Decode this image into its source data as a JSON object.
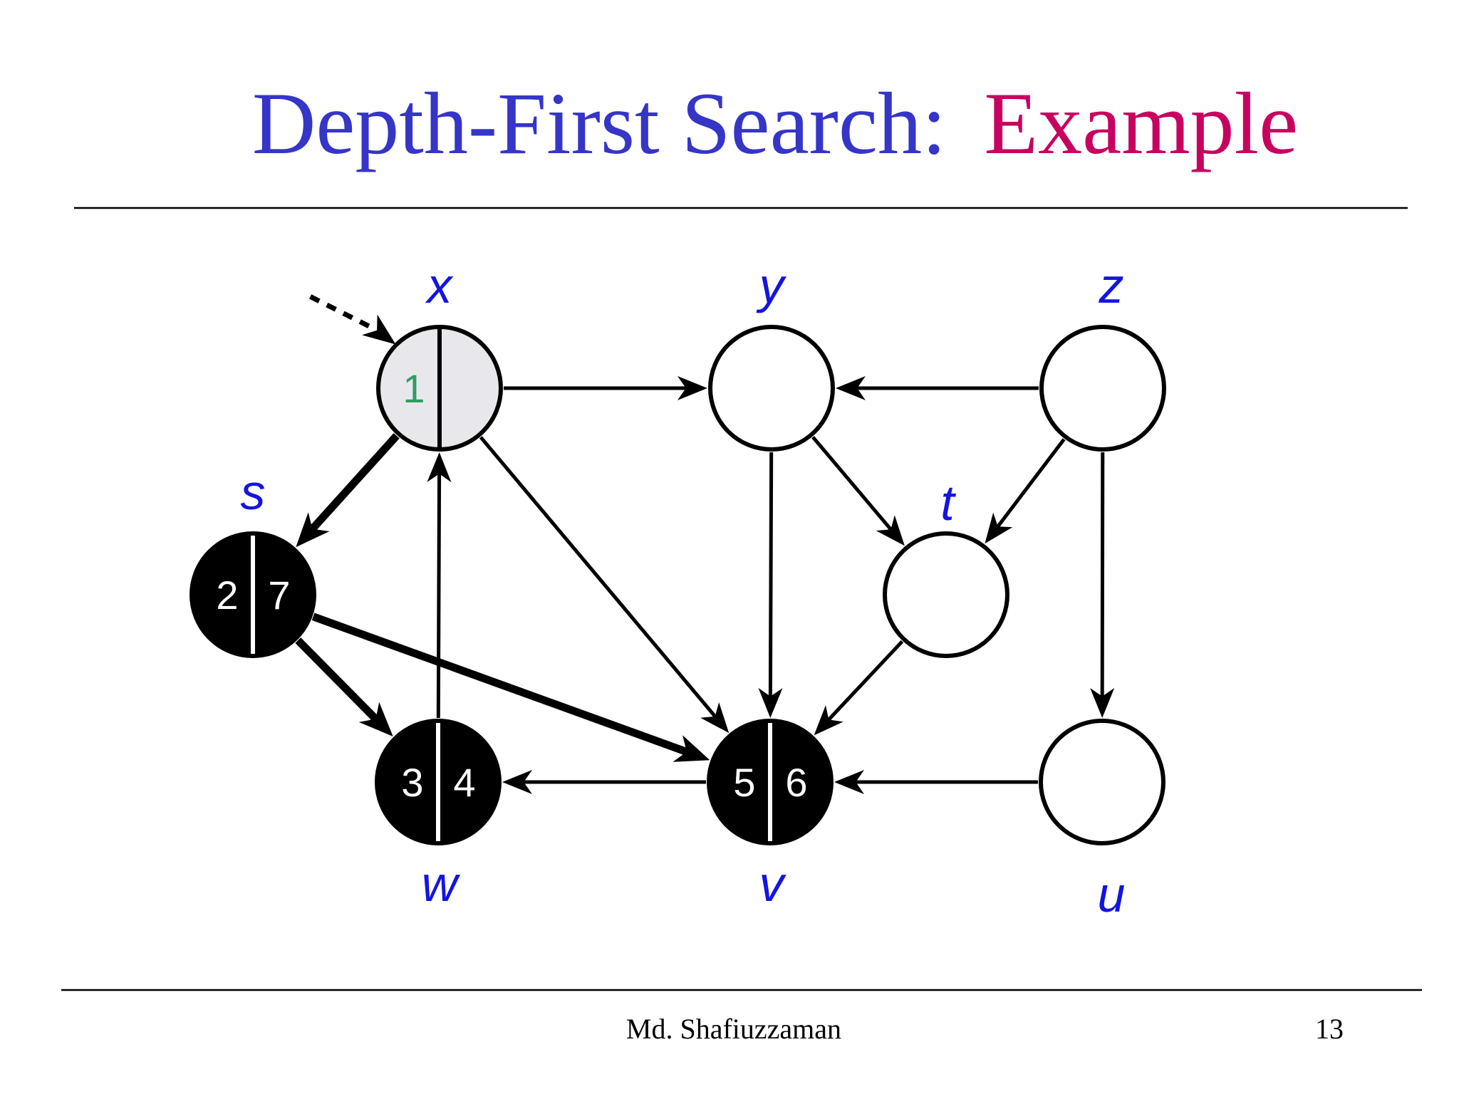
{
  "slide": {
    "title_main": "Depth-First Search:",
    "title_highlight": "Example",
    "footer_author": "Md. Shafiuzzaman",
    "page_number": "13"
  },
  "colors": {
    "title_main": "#3535c8",
    "title_highlight": "#c8005f",
    "vertex_label": "#1414e0",
    "discovered_number": "#2e9e5e",
    "gray_fill": "#e8e8ec"
  },
  "graph": {
    "vertices": [
      {
        "id": "x",
        "label": "x",
        "state": "gray",
        "d": "1",
        "f": ""
      },
      {
        "id": "y",
        "label": "y",
        "state": "white",
        "d": "",
        "f": ""
      },
      {
        "id": "z",
        "label": "z",
        "state": "white",
        "d": "",
        "f": ""
      },
      {
        "id": "s",
        "label": "s",
        "state": "black",
        "d": "2",
        "f": "7"
      },
      {
        "id": "t",
        "label": "t",
        "state": "white",
        "d": "",
        "f": ""
      },
      {
        "id": "w",
        "label": "w",
        "state": "black",
        "d": "3",
        "f": "4"
      },
      {
        "id": "v",
        "label": "v",
        "state": "black",
        "d": "5",
        "f": "6"
      },
      {
        "id": "u",
        "label": "u",
        "state": "white",
        "d": "",
        "f": ""
      }
    ],
    "edges": [
      {
        "from": "x",
        "to": "y",
        "tree": false
      },
      {
        "from": "x",
        "to": "v",
        "tree": false
      },
      {
        "from": "x",
        "to": "s",
        "tree": true
      },
      {
        "from": "w",
        "to": "x",
        "tree": false
      },
      {
        "from": "s",
        "to": "w",
        "tree": true
      },
      {
        "from": "s",
        "to": "v",
        "tree": true
      },
      {
        "from": "v",
        "to": "w",
        "tree": false
      },
      {
        "from": "y",
        "to": "v",
        "tree": false
      },
      {
        "from": "y",
        "to": "t",
        "tree": false
      },
      {
        "from": "z",
        "to": "y",
        "tree": false
      },
      {
        "from": "z",
        "to": "t",
        "tree": false
      },
      {
        "from": "z",
        "to": "u",
        "tree": false
      },
      {
        "from": "t",
        "to": "v",
        "tree": false
      },
      {
        "from": "u",
        "to": "v",
        "tree": false
      }
    ],
    "start_pointer": "x"
  }
}
